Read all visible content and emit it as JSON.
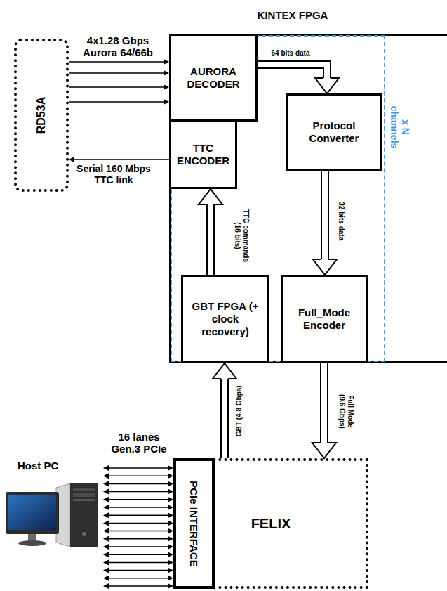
{
  "diagram": {
    "nodes": [
      {
        "text": [
          "KINTEX FPGA"
        ]
      },
      {
        "text": [
          "x N channels"
        ],
        "in": 0
      },
      {
        "text": [
          "AURORA DECODER"
        ],
        "in": 1
      },
      {
        "text": [
          "TTC ENCODER"
        ],
        "in": 1
      },
      {
        "text": [
          "Protocol Converter"
        ],
        "in": 1
      },
      {
        "text": [
          "GBT FPGA (+ clock recovery)"
        ],
        "in": 1
      },
      {
        "text": [
          "Full_Mode Encoder"
        ],
        "in": 1
      },
      {
        "text": [
          "RD53A"
        ]
      },
      {
        "text": [
          "FELIX"
        ]
      },
      {
        "text": [
          "PCIe INTERFACE"
        ],
        "in": 8
      },
      {
        "text": [
          "Host PC"
        ]
      }
    ],
    "edges": [
      {
        "from": 7,
        "to": 2,
        "arrow": "to",
        "label": "4x1.28 Gbps Aurora 64/66b"
      },
      {
        "from": 7,
        "to": 2,
        "arrow": "to"
      },
      {
        "from": 7,
        "to": 2,
        "arrow": "to"
      },
      {
        "from": 7,
        "to": 2,
        "arrow": "to"
      },
      {
        "from": 3,
        "to": 7,
        "arrow": "to",
        "label": "Serial 160 Mbps TTC link"
      },
      {
        "from": 2,
        "to": 4,
        "arrow": "to",
        "label": "64 bits data"
      },
      {
        "from": 4,
        "to": 6,
        "arrow": "to",
        "label": "32 bits data"
      },
      {
        "from": 5,
        "to": 3,
        "arrow": "to",
        "label": "TTC commands (16 bits)"
      },
      {
        "from": 8,
        "to": 5,
        "arrow": "to",
        "label": "GBT (4.8 Gbps)"
      },
      {
        "from": 6,
        "to": 8,
        "arrow": "to",
        "label": "Full Mode (9.6 Gbps)"
      },
      {
        "from": 10,
        "to": 9,
        "arrow": "both",
        "label": "16 lanes Gen.3 PCIe"
      },
      {
        "from": 10,
        "to": 9,
        "arrow": "both"
      },
      {
        "from": 10,
        "to": 9,
        "arrow": "both"
      },
      {
        "from": 10,
        "to": 9,
        "arrow": "both"
      },
      {
        "from": 10,
        "to": 9,
        "arrow": "both"
      },
      {
        "from": 10,
        "to": 9,
        "arrow": "both"
      },
      {
        "from": 10,
        "to": 9,
        "arrow": "both"
      },
      {
        "from": 10,
        "to": 9,
        "arrow": "both"
      },
      {
        "from": 10,
        "to": 9,
        "arrow": "both"
      },
      {
        "from": 10,
        "to": 9,
        "arrow": "both"
      },
      {
        "from": 10,
        "to": 9,
        "arrow": "both"
      },
      {
        "from": 10,
        "to": 9,
        "arrow": "both"
      },
      {
        "from": 10,
        "to": 9,
        "arrow": "both"
      },
      {
        "from": 10,
        "to": 9,
        "arrow": "both"
      },
      {
        "from": 10,
        "to": 9,
        "arrow": "both"
      },
      {
        "from": 10,
        "to": 9,
        "arrow": "both"
      }
    ]
  }
}
